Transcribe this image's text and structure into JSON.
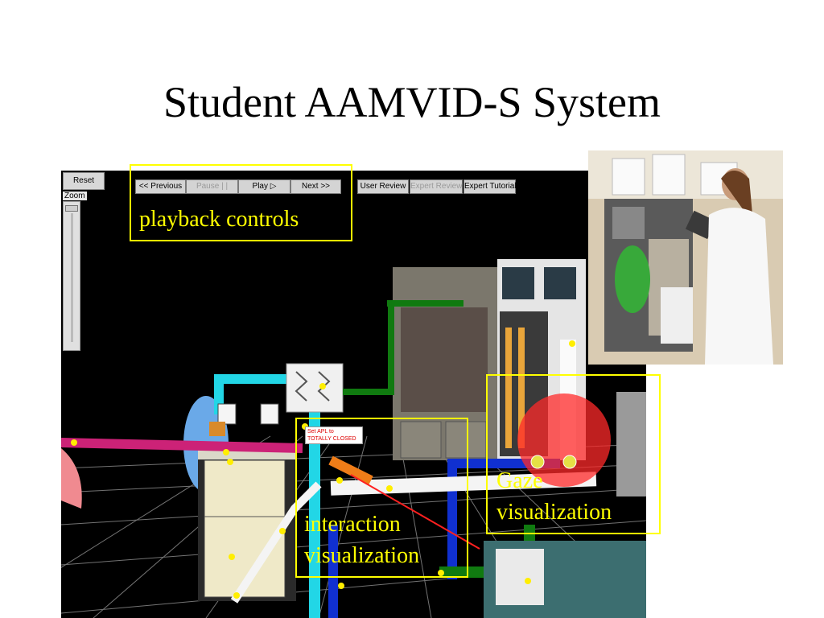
{
  "slide": {
    "title": "Student AAMVID-S System"
  },
  "controls": {
    "reset_label": "Reset",
    "zoom_label": "Zoom",
    "buttons": [
      {
        "label": "<< Previous",
        "enabled": true
      },
      {
        "label": "Pause | |",
        "enabled": false
      },
      {
        "label": "Play ▷",
        "enabled": true
      },
      {
        "label": "Next >>",
        "enabled": true
      },
      {
        "label": "User Review",
        "enabled": true
      },
      {
        "label": "Expert Review",
        "enabled": false
      },
      {
        "label": "Expert Tutorial",
        "enabled": true
      }
    ]
  },
  "annotations": {
    "playback": "playback controls",
    "interaction_line1": "interaction",
    "interaction_line2": "visualization",
    "gaze_line1": "Gaze",
    "gaze_line2": "visualization"
  },
  "machine_label": {
    "line1": "Set APL to",
    "line2": "TOTALLY CLOSED"
  },
  "colors": {
    "annotation": "#ffff00",
    "background": "#000000",
    "magenta_pipe": "#cc2277",
    "cyan_pipe": "#22d6e6",
    "blue_pipe": "#1030d0",
    "green_pipe": "#107a10"
  }
}
